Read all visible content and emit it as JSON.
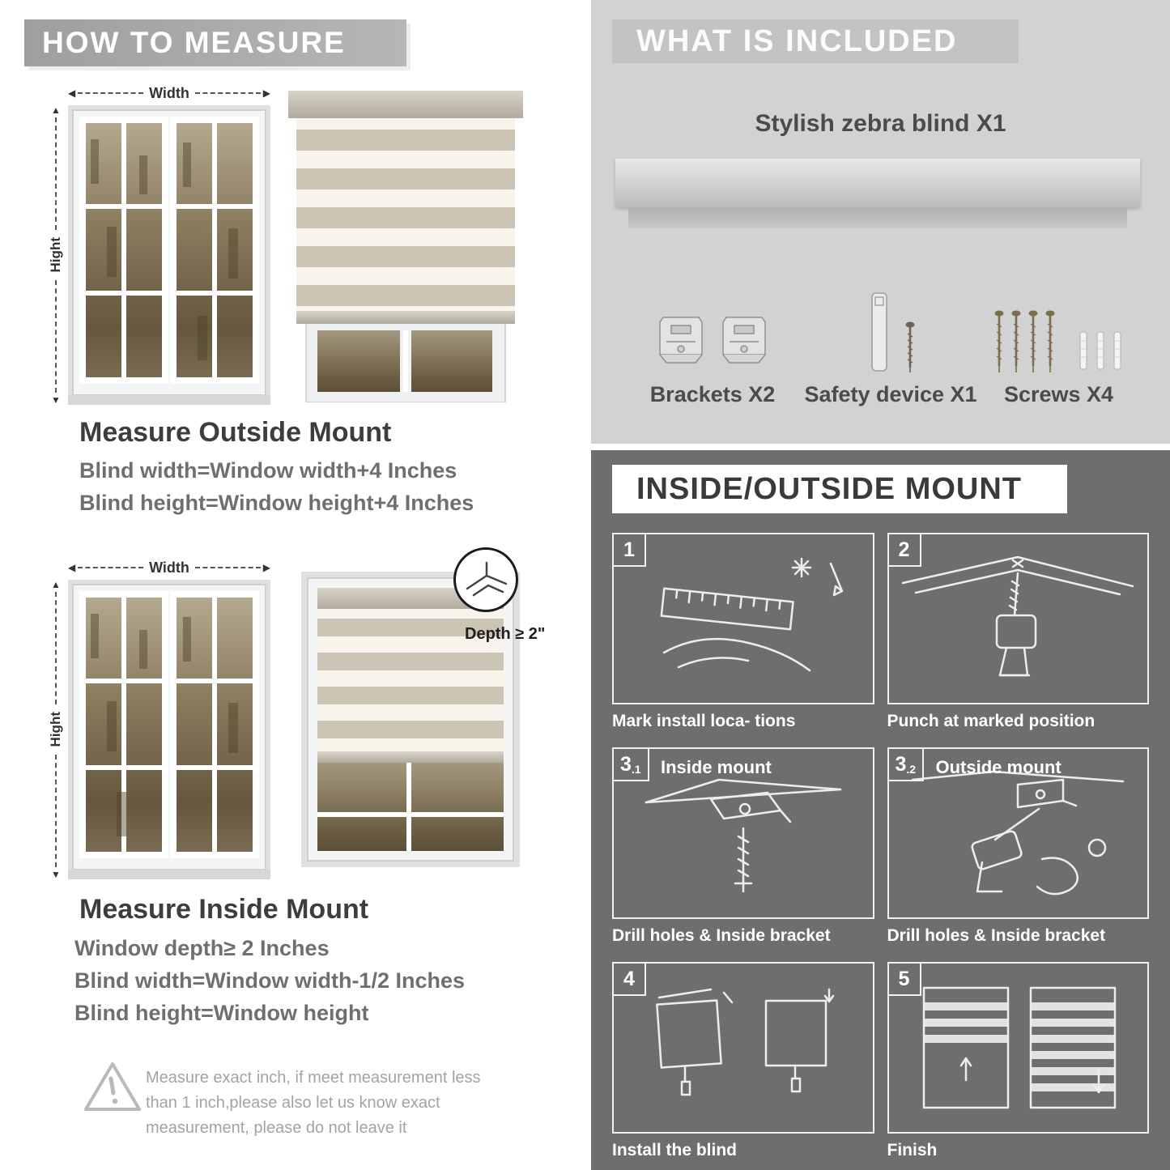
{
  "icons": {
    "arrow_left": "◀",
    "arrow_right": "▶",
    "arrow_up": "▲",
    "arrow_down": "▼"
  },
  "left": {
    "header": "HOW TO MEASURE",
    "outside": {
      "width_label": "Width",
      "height_label": "Hight",
      "title": "Measure Outside Mount",
      "line1": "Blind width=Window width+4 Inches",
      "line2": "Blind height=Window height+4 Inches"
    },
    "inside": {
      "width_label": "Width",
      "height_label": "Hight",
      "depth_label": "Depth ≥ 2\"",
      "title": "Measure Inside Mount",
      "line1": "Window depth≥ 2 Inches",
      "line2": "Blind width=Window width-1/2 Inches",
      "line3": "Blind height=Window height"
    },
    "note": "Measure exact inch, if meet measurement less than 1 inch,please also let us know exact measurement, please do not leave it"
  },
  "right": {
    "included": {
      "header": "WHAT IS INCLUDED",
      "blind_label": "Stylish zebra blind X1",
      "items": [
        {
          "label": "Brackets X2"
        },
        {
          "label": "Safety device X1"
        },
        {
          "label": "Screws X4"
        }
      ]
    },
    "mount": {
      "header": "INSIDE/OUTSIDE MOUNT",
      "steps": [
        {
          "num": "1",
          "caption": "Mark install loca- tions"
        },
        {
          "num": "2",
          "caption": "Punch at  marked position"
        },
        {
          "num": "3",
          "sub": ".1",
          "label": "Inside mount",
          "caption": "Drill holes &  Inside bracket"
        },
        {
          "num": "3",
          "sub": ".2",
          "label": "Outside mount",
          "caption": "Drill holes &  Inside bracket"
        },
        {
          "num": "4",
          "caption": "Install the blind"
        },
        {
          "num": "5",
          "caption": "Finish"
        }
      ]
    }
  }
}
